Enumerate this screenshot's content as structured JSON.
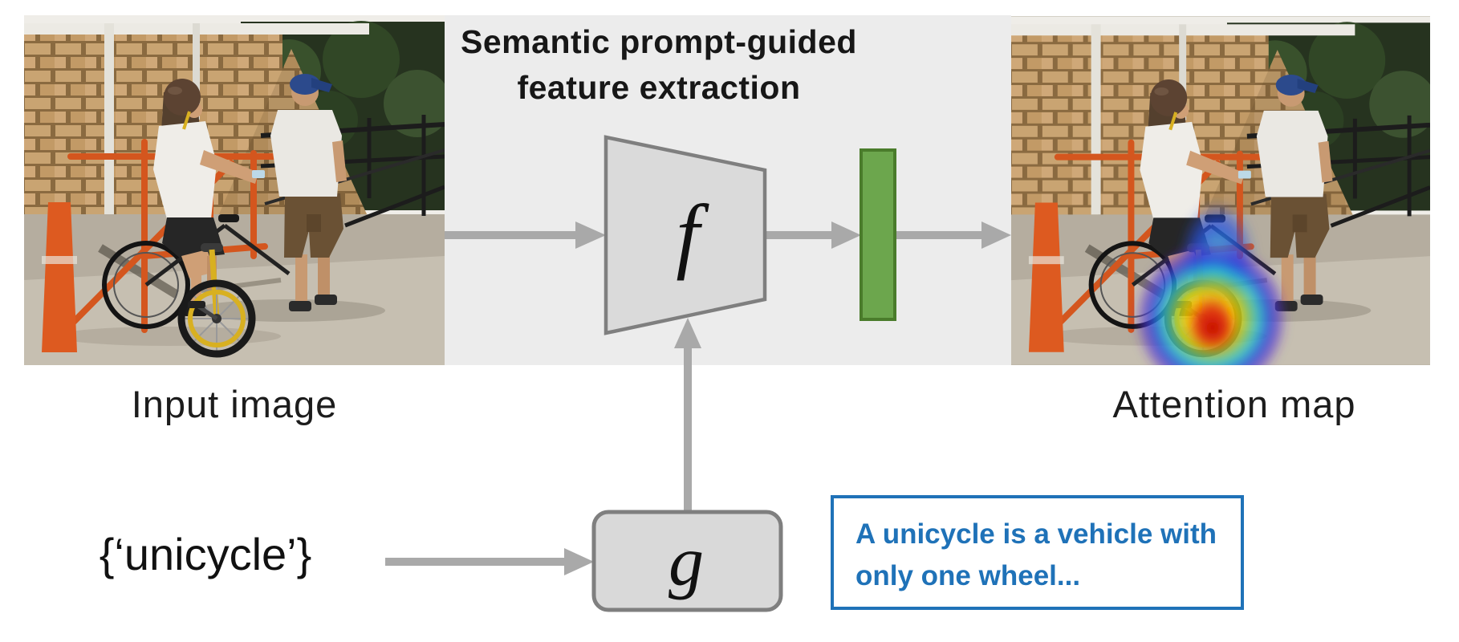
{
  "panel": {
    "title_line1": "Semantic prompt-guided",
    "title_line2": "feature extraction"
  },
  "labels": {
    "input_image": "Input image",
    "attention_map": "Attention map",
    "prompt_set": "{‘unicycle’}"
  },
  "nodes": {
    "feature_extractor": "f",
    "text_encoder": "g"
  },
  "caption": {
    "line1": "A unicycle is a vehicle with",
    "line2": "only one wheel..."
  },
  "colors": {
    "panel_gray": "#ececec",
    "shape_fill": "#d9d9d9",
    "shape_border": "#7f7f7f",
    "arrow_gray": "#a9a9a9",
    "feature_bar_green": "#6ca64d",
    "feature_bar_border": "#4a7c2b",
    "caption_blue": "#1f72b8"
  }
}
